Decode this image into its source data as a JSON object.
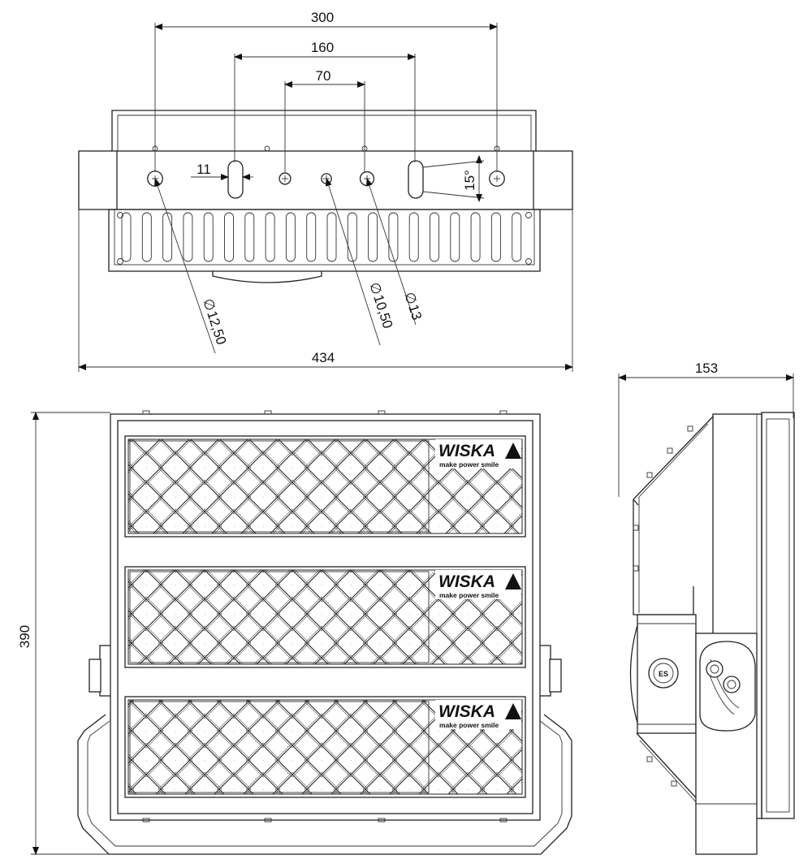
{
  "top_view": {
    "dim_300": "300",
    "dim_160": "160",
    "dim_70": "70",
    "dim_11": "11",
    "dim_15deg": "15°",
    "dim_434": "434",
    "dia_12_50": "12,50",
    "dia_10_50": "10,50",
    "dia_13": "13",
    "diameter_symbol": "∅"
  },
  "front_view": {
    "dim_390": "390",
    "logo_brand": "WISKA",
    "logo_tagline": "make power smile"
  },
  "side_view": {
    "dim_153": "153",
    "badge": "ES"
  }
}
